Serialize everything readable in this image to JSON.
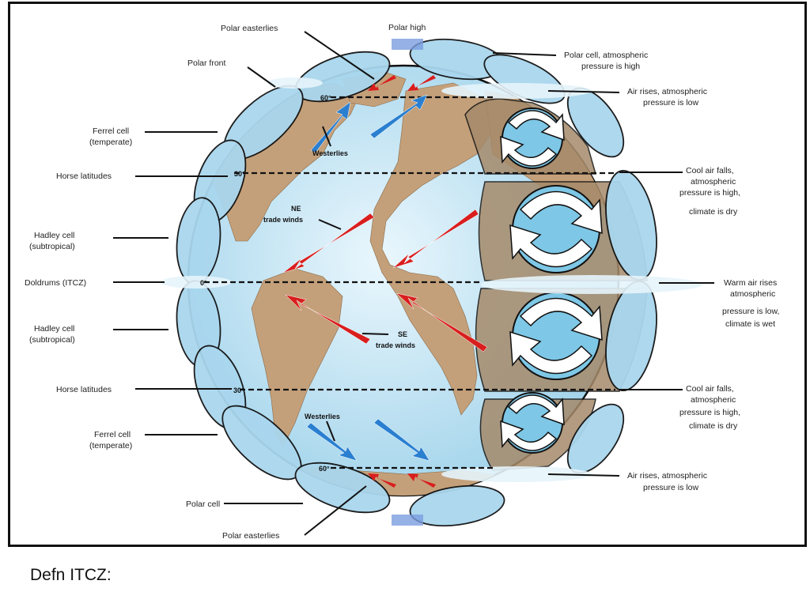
{
  "labels": {
    "polar_easterlies_top": "Polar easterlies",
    "polar_high": "Polar high",
    "polar_front": "Polar front",
    "polar_cell_high_1": "Polar cell, atmospheric",
    "polar_cell_high_2": "pressure is high",
    "air_rises_top_1": "Air rises, atmospheric",
    "air_rises_top_2": "pressure is low",
    "ferrel_top_1": "Ferrel cell",
    "ferrel_top_2": "(temperate)",
    "horse_top": "Horse latitudes",
    "cool_top_1": "Cool air falls,",
    "cool_top_2": "atmospheric",
    "cool_top_3": "pressure is high,",
    "cool_top_4": "climate is dry",
    "hadley_top_1": "Hadley cell",
    "hadley_top_2": "(subtropical)",
    "doldrums": "Doldrums (ITCZ)",
    "warm_1": "Warm air rises",
    "warm_2": "atmospheric",
    "warm_3": "pressure is low,",
    "warm_4": "climate is wet",
    "hadley_bottom_1": "Hadley cell",
    "hadley_bottom_2": "(subtropical)",
    "horse_bottom": "Horse latitudes",
    "cool_bottom_1": "Cool air falls,",
    "cool_bottom_2": "atmospheric",
    "cool_bottom_3": "pressure is high,",
    "cool_bottom_4": "climate is dry",
    "ferrel_bottom_1": "Ferrel cell",
    "ferrel_bottom_2": "(temperate)",
    "air_rises_bottom_1": "Air rises, atmospheric",
    "air_rises_bottom_2": "pressure is low",
    "polar_cell": "Polar cell",
    "polar_easterlies_bottom": "Polar easterlies",
    "westerlies_top": "Westerlies",
    "westerlies_bottom": "Westerlies",
    "ne_trade_1": "NE",
    "ne_trade_2": "trade winds",
    "se_trade_1": "SE",
    "se_trade_2": "trade winds"
  },
  "latitudes": {
    "n60": "60°",
    "n30": "30°",
    "eq": "0°",
    "s30": "30°",
    "s60": "60°"
  },
  "colors": {
    "ocean": "#bfe3f2",
    "land": "#c4a07a",
    "cell": "#a9d6ee",
    "warm_arrow": "#d91e1e",
    "cold_arrow": "#2a7fd0"
  },
  "footer": {
    "text": "Defn ITCZ:"
  }
}
